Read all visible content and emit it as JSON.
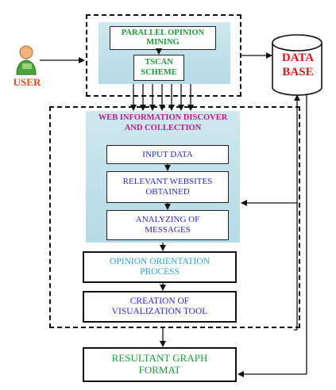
{
  "user": {
    "label": "USER"
  },
  "database": {
    "label": "DATA\nBASE"
  },
  "top_group": {
    "parallel_opinion_mining": "PARALLEL OPINION\nMINING",
    "tscan_scheme": "TSCAN\nSCHEME"
  },
  "web_info": {
    "title": "WEB INFORMATION DISCOVER\nAND COLLECTION",
    "input_data": "INPUT DATA",
    "relevant_websites": "RELEVANT WEBSITES\nOBTAINED",
    "analyzing_messages": "ANALYZING  OF\nMESSAGES"
  },
  "opinion_orientation": "OPINION ORIENTATION\nPROCESS",
  "visualization_tool": "CREATION OF\nVISUALIZATION TOOL",
  "resultant_graph": "RESULTANT GRAPH\nFORMAT",
  "colors": {
    "user_text": "#e04a1a",
    "database_text": "#d11a1a",
    "green_text": "#1f9a3a",
    "magenta_text": "#c2188a",
    "blue_text": "#2a2ad0",
    "cyan_text": "#2aa0d8",
    "panel_bg": "#c6e3ec"
  }
}
